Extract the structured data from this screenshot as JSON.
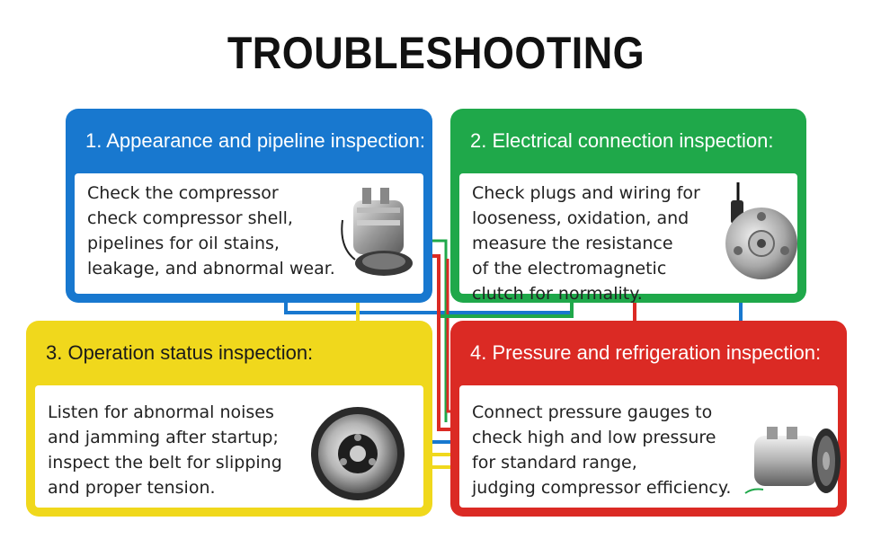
{
  "title": "TROUBLESHOOTING",
  "colors": {
    "blue": "#1878cf",
    "green": "#1fa84a",
    "yellow": "#f0d81c",
    "red": "#db2a24"
  },
  "cards": [
    {
      "heading": "1. Appearance and pipeline inspection:",
      "text": "Check the compressor\ncheck compressor shell,\npipelines for oil stains,\nleakage, and abnormal wear.",
      "image": "compressor-front-icon"
    },
    {
      "heading": "2. Electrical connection inspection:",
      "text": "Check plugs and wiring for\nlooseness, oxidation, and\nmeasure the resistance\nof the electromagnetic\nclutch for normality.",
      "image": "compressor-clutch-wiring-icon"
    },
    {
      "heading": "3. Operation status inspection:",
      "text": "Listen for abnormal noises\nand jamming after startup;\ninspect the belt for slipping\nand proper tension.",
      "image": "clutch-pulley-icon"
    },
    {
      "heading": "4. Pressure and refrigeration inspection:",
      "text": "Connect pressure gauges to\ncheck high and low pressure\nfor standard range,\njudging compressor efficiency.",
      "image": "compressor-side-icon"
    }
  ]
}
